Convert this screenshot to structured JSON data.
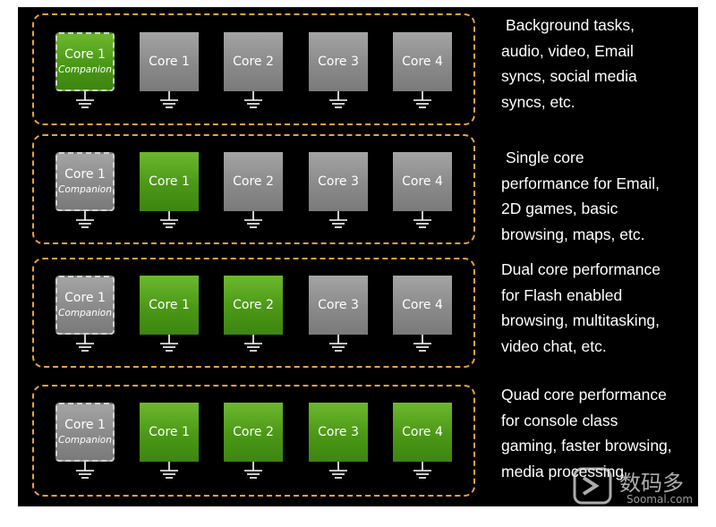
{
  "rows": [
    {
      "cores": [
        {
          "label": "Core 1",
          "sub": "Companion",
          "state": "active",
          "companion": true
        },
        {
          "label": "Core 1",
          "sub": "",
          "state": "idle",
          "companion": false
        },
        {
          "label": "Core 2",
          "sub": "",
          "state": "idle",
          "companion": false
        },
        {
          "label": "Core 3",
          "sub": "",
          "state": "idle",
          "companion": false
        },
        {
          "label": "Core 4",
          "sub": "",
          "state": "idle",
          "companion": false
        }
      ],
      "description": [
        "Background tasks,",
        "audio, video, Email",
        "syncs, social media",
        "syncs, etc."
      ]
    },
    {
      "cores": [
        {
          "label": "Core 1",
          "sub": "Companion",
          "state": "idle",
          "companion": true
        },
        {
          "label": "Core 1",
          "sub": "",
          "state": "active",
          "companion": false
        },
        {
          "label": "Core 2",
          "sub": "",
          "state": "idle",
          "companion": false
        },
        {
          "label": "Core 3",
          "sub": "",
          "state": "idle",
          "companion": false
        },
        {
          "label": "Core 4",
          "sub": "",
          "state": "idle",
          "companion": false
        }
      ],
      "description": [
        "Single core",
        "performance for Email,",
        "2D games, basic",
        "browsing, maps, etc."
      ]
    },
    {
      "cores": [
        {
          "label": "Core 1",
          "sub": "Companion",
          "state": "idle",
          "companion": true
        },
        {
          "label": "Core 1",
          "sub": "",
          "state": "active",
          "companion": false
        },
        {
          "label": "Core 2",
          "sub": "",
          "state": "active",
          "companion": false
        },
        {
          "label": "Core 3",
          "sub": "",
          "state": "idle",
          "companion": false
        },
        {
          "label": "Core 4",
          "sub": "",
          "state": "idle",
          "companion": false
        }
      ],
      "description": [
        "Dual core performance",
        "for Flash enabled",
        "browsing, multitasking,",
        "video chat, etc."
      ]
    },
    {
      "cores": [
        {
          "label": "Core 1",
          "sub": "Companion",
          "state": "idle",
          "companion": true
        },
        {
          "label": "Core 1",
          "sub": "",
          "state": "active",
          "companion": false
        },
        {
          "label": "Core 2",
          "sub": "",
          "state": "active",
          "companion": false
        },
        {
          "label": "Core 3",
          "sub": "",
          "state": "active",
          "companion": false
        },
        {
          "label": "Core 4",
          "sub": "",
          "state": "active",
          "companion": false
        }
      ],
      "description": [
        "Quad core performance",
        "for console class",
        "gaming, faster browsing,",
        "media processing"
      ]
    }
  ],
  "watermark": {
    "text": "数码多",
    "url": "Soomal.com"
  },
  "colors": {
    "active": "#4b9816",
    "idle": "#8a8a8a",
    "border": "#e8a33c",
    "background": "#000000"
  }
}
